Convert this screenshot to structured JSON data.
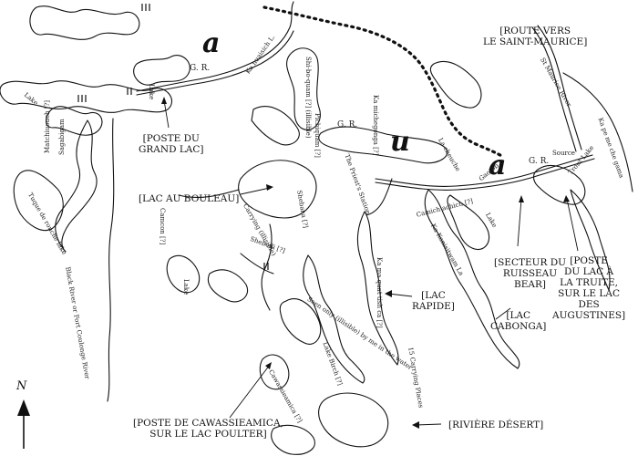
{
  "map": {
    "north_symbol": "N",
    "glyphs": [
      "a",
      "u",
      "a"
    ],
    "small_labels": [
      "Ka nuaisich L.",
      "G. R.",
      "Lake",
      "Shi-bo-quam [?] (illisible)",
      "Pichiquam [?]",
      "G. R.",
      "Ka michegonga [?]",
      "The Priest's Station",
      "La cheuche",
      "Source",
      "G. R.",
      "St Maurice River",
      "Ka pe me che gama",
      "Trout Lake",
      "Camich achich [?]",
      "Gaotob",
      "Lake",
      "Ka Kanisitwam La",
      "Ka ma quat tish ca [?]",
      "15 Carrying Places",
      "Seen only (illisible) by me in the water",
      "Lake Birch [?]",
      "Cawassieamica [?]",
      "Lake",
      "Camcon [?]",
      "Shebaka [?]",
      "Carrying (illisible)",
      "Shebodi [?]",
      "Black River or Fort Coulonge River",
      "Tuque de rouche lake",
      "Matchiuouch [?]",
      "Sagabigam",
      "Lake"
    ],
    "callouts": {
      "route": "[ROUTE VERS\nLE SAINT-MAURICE]",
      "grand_lac": "[POSTE DU\nGRAND LAC]",
      "lac_bouleau": "[LAC AU BOULEAU]",
      "lac_rapide": "[LAC\nRAPIDE]",
      "secteur_bear": "[SECTEUR DU\nRUISSEAU\nBEAR]",
      "lac_truite": "[POSTE\nDU LAC À\nLA TRUITE,\nSUR LE LAC\nDES\nAUGUSTINES]",
      "lac_cabonga": "[LAC\nCABONGA]",
      "cawassieamica": "[POSTE DE CAWASSIEAMICA,\nSUR LE LAC POULTER]",
      "riviere_desert": "[RIVIÈRE DÉSERT]"
    }
  }
}
